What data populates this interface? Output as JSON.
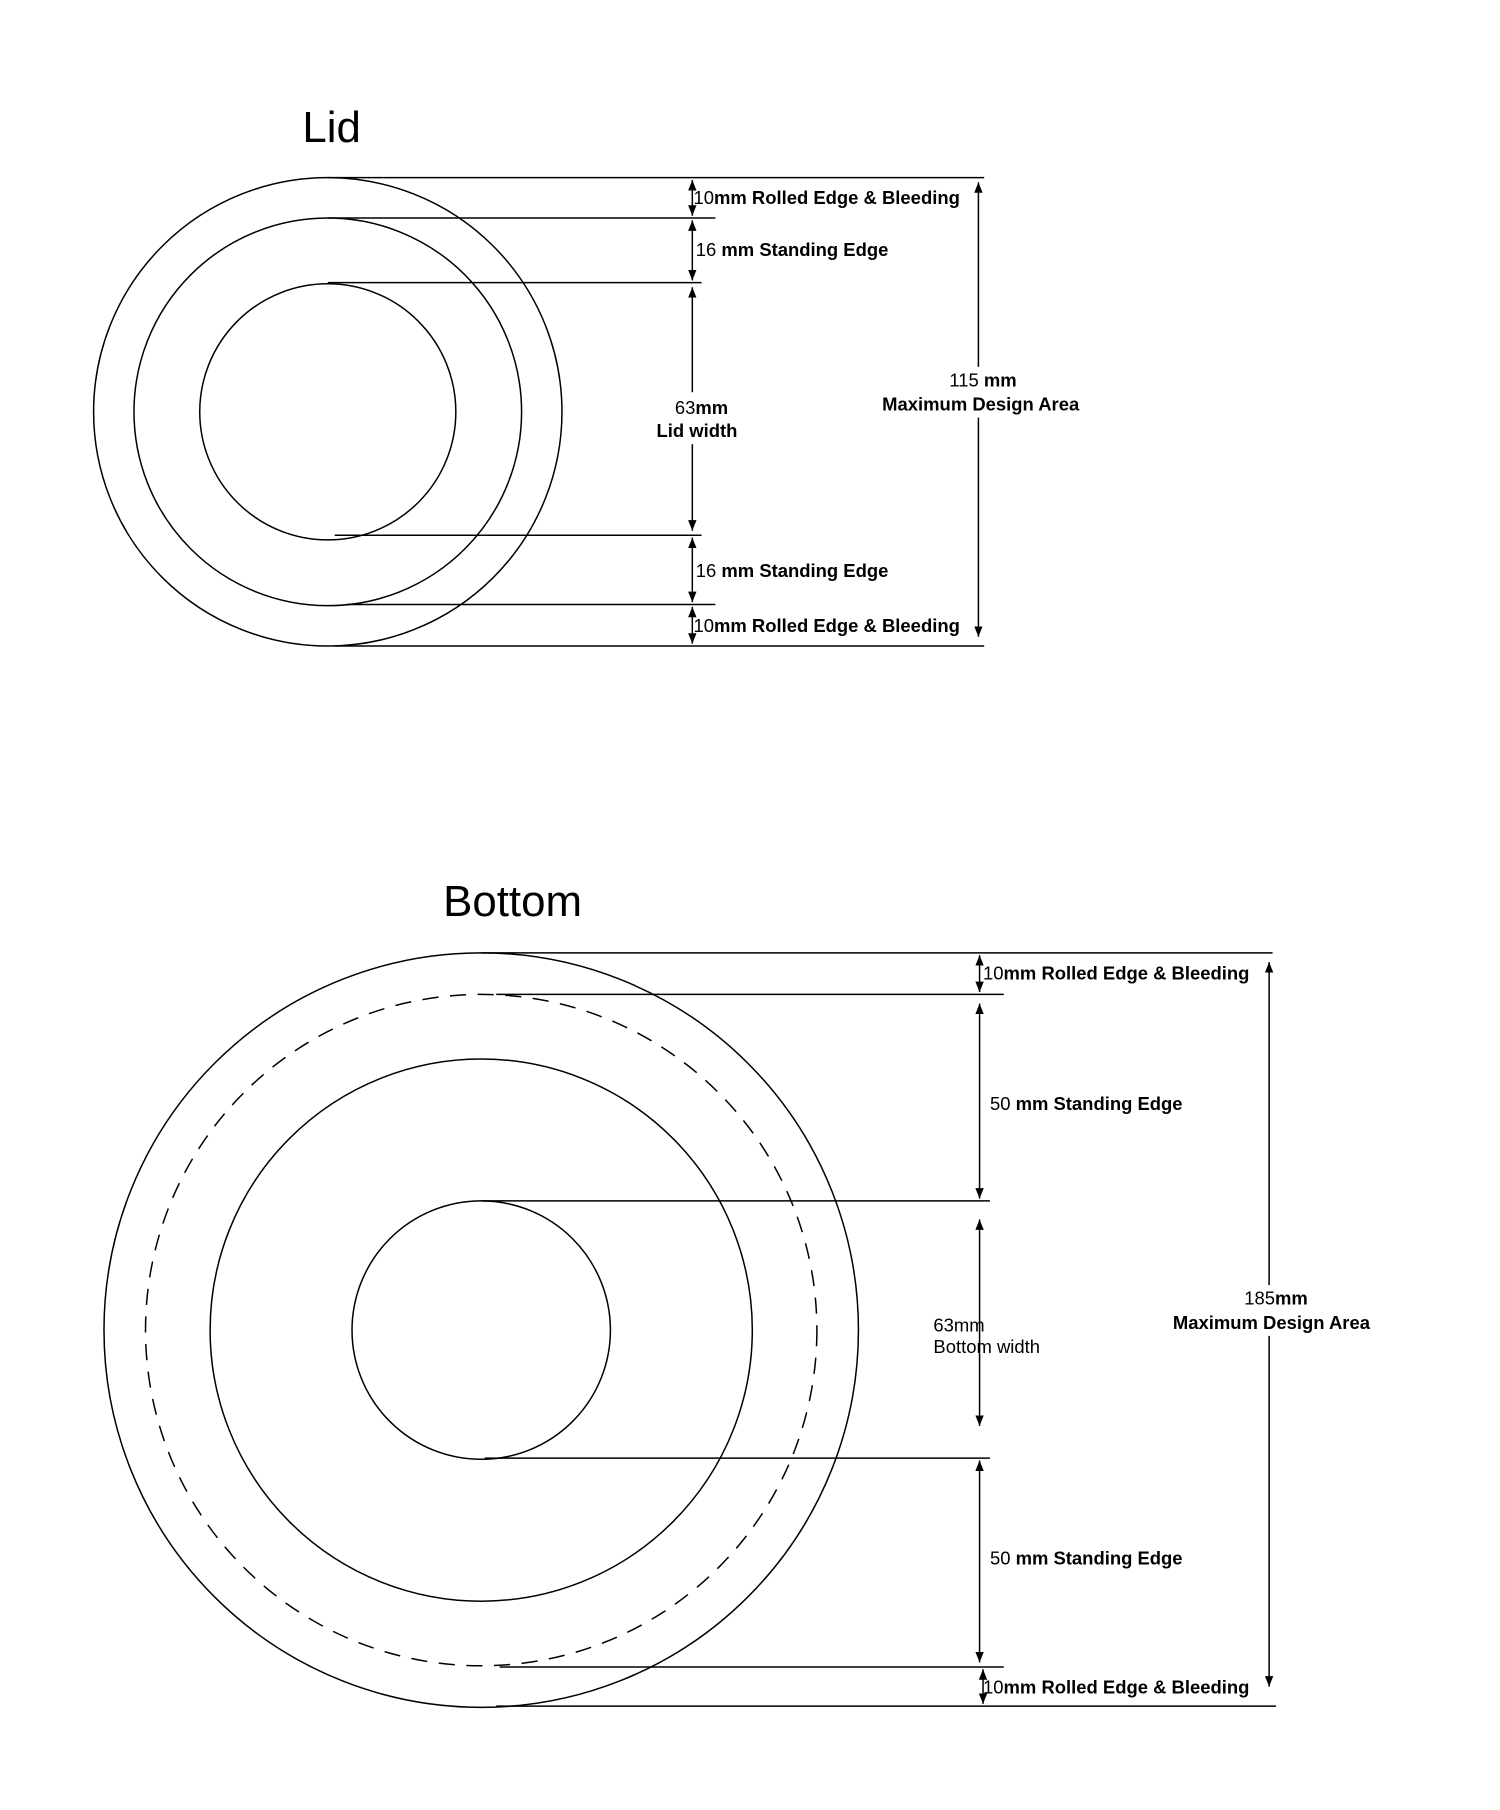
{
  "lid": {
    "title": "Lid",
    "top_rolled": {
      "num": "10",
      "unit": "mm Rolled Edge & Bleeding"
    },
    "top_standing": {
      "num": "16",
      "unit": " mm Standing Edge"
    },
    "width": {
      "num": "63",
      "unit": "mm",
      "label": "Lid width"
    },
    "bottom_standing": {
      "num": "16",
      "unit": " mm Standing Edge"
    },
    "bottom_rolled": {
      "num": "10",
      "unit": "mm Rolled Edge & Bleeding"
    },
    "max": {
      "num": "115",
      "unit": " mm",
      "label": "Maximum Design Area"
    }
  },
  "bottom": {
    "title": "Bottom",
    "top_rolled": {
      "num": "10",
      "unit": "mm Rolled Edge & Bleeding"
    },
    "top_standing": {
      "num": "50",
      "unit": " mm Standing Edge"
    },
    "width": {
      "num": "63mm",
      "label": "Bottom width"
    },
    "bottom_standing": {
      "num": "50",
      "unit": " mm Standing Edge"
    },
    "bottom_rolled": {
      "num": "10",
      "unit": "mm Rolled Edge & Bleeding"
    },
    "max": {
      "num": "185",
      "unit": "mm",
      "label": "Maximum Design Area"
    }
  }
}
